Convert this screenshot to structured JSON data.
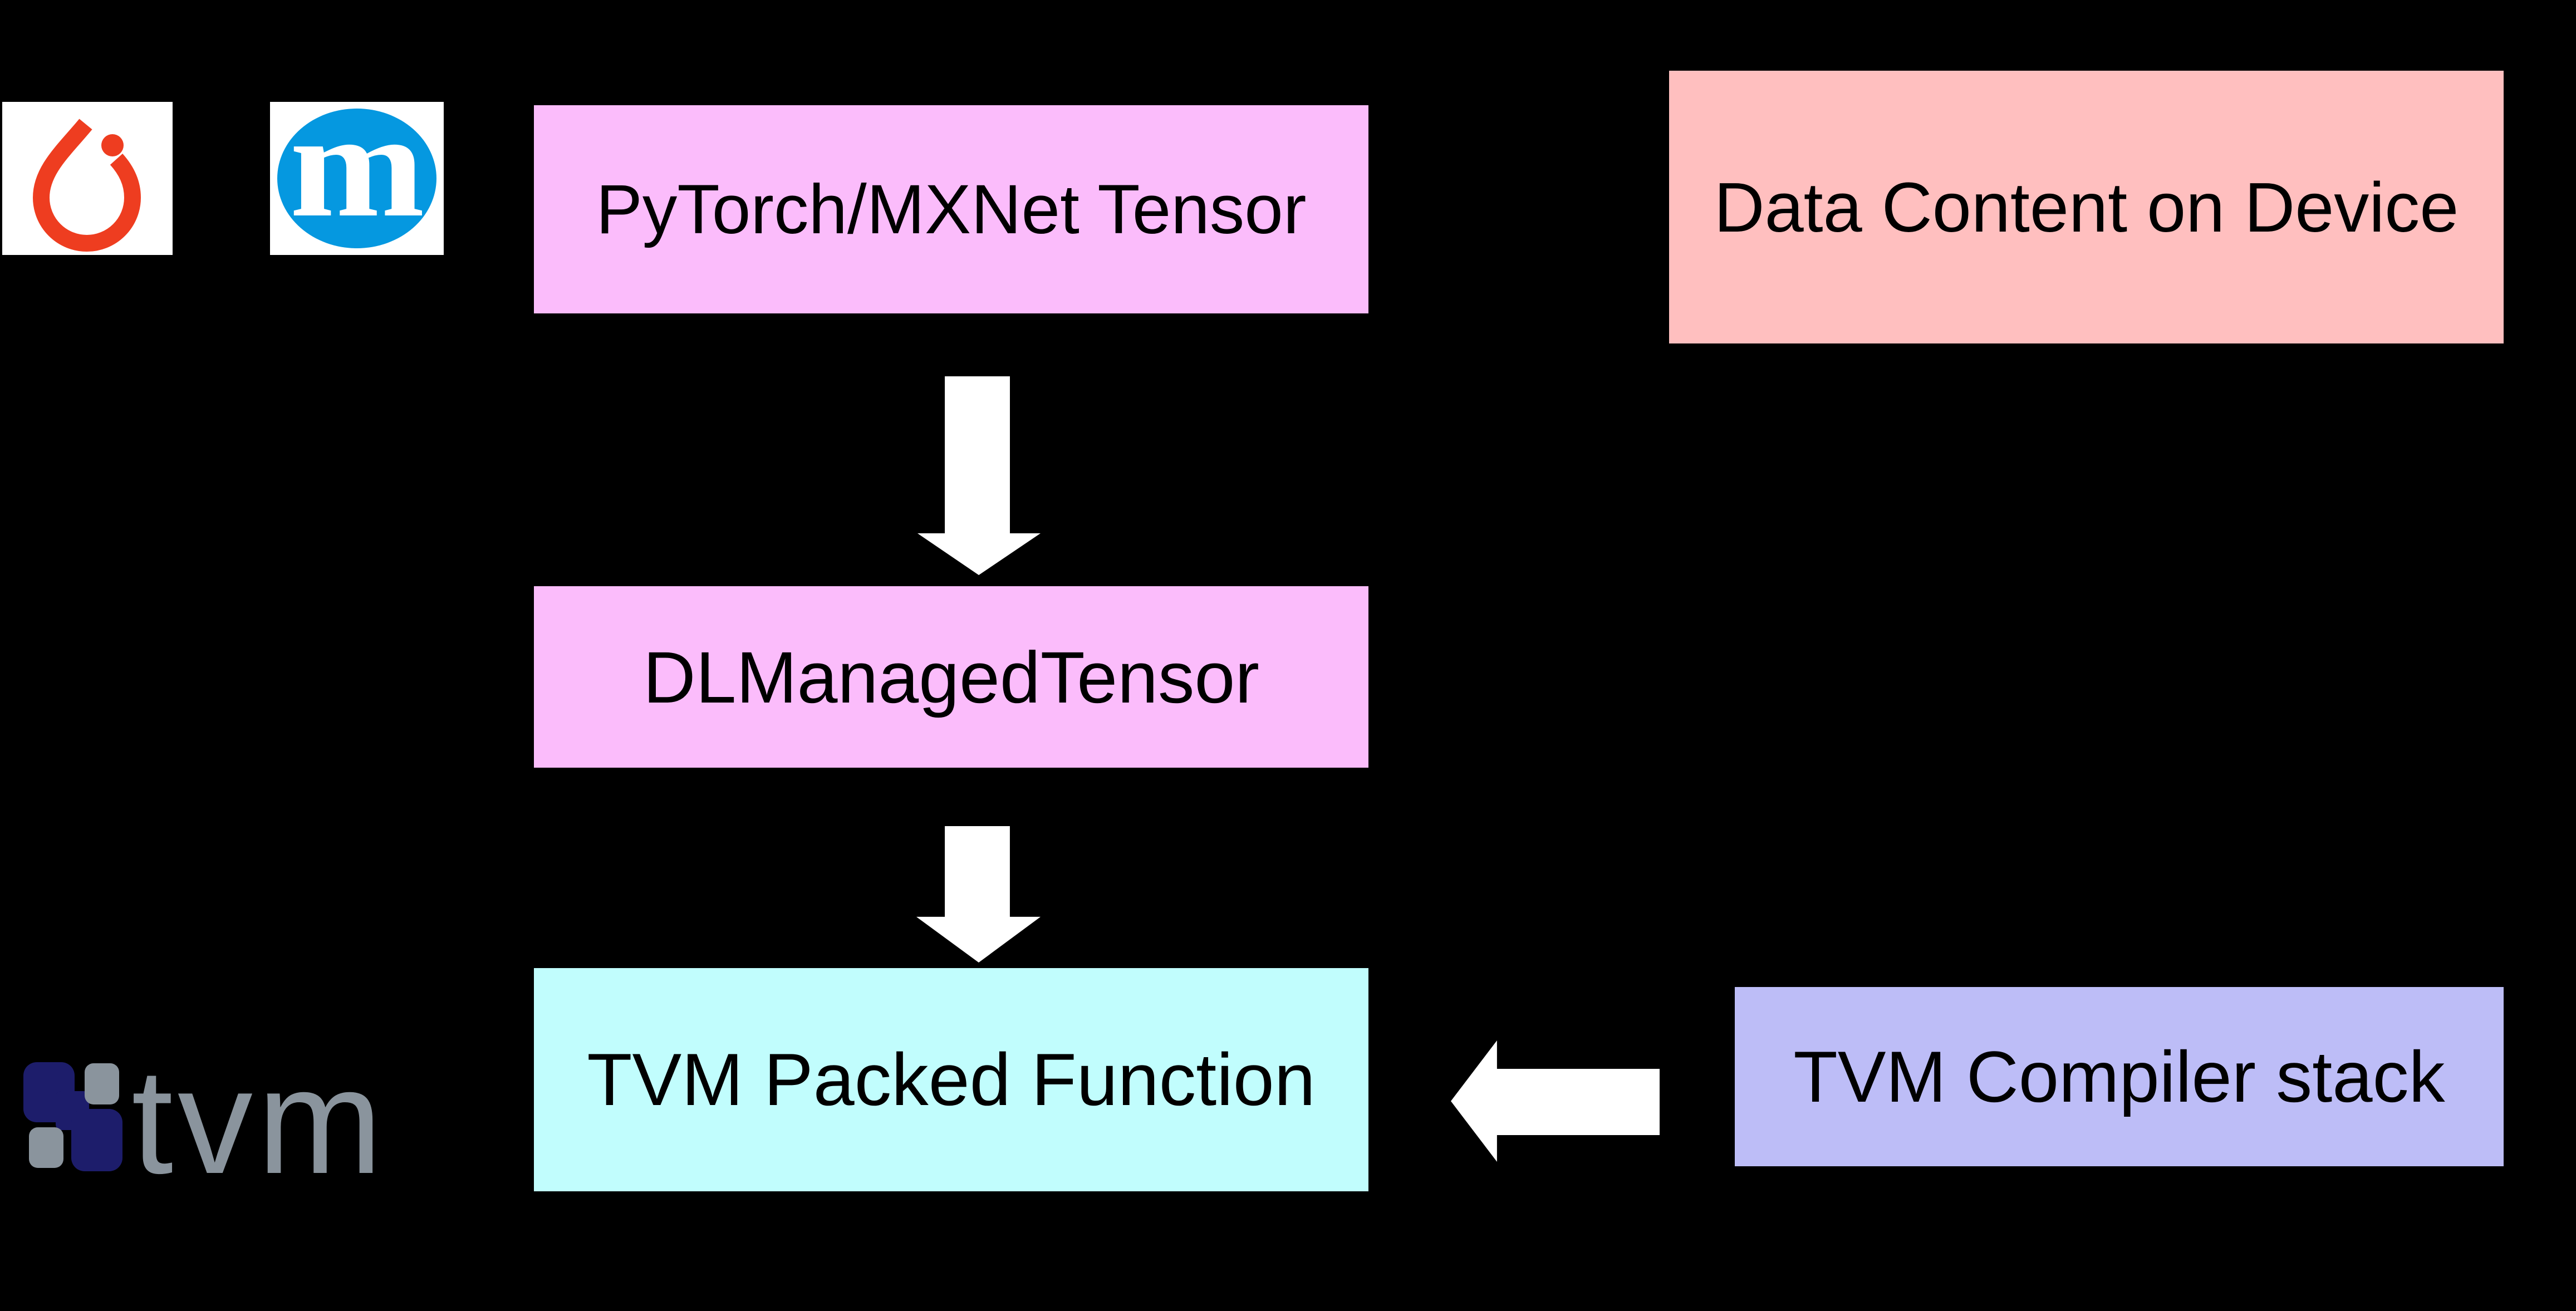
{
  "diagram": {
    "background": "#000000",
    "arrow_color": "#FFFFFF",
    "boxes": {
      "tensor": {
        "label": "PyTorch/MXNet Tensor",
        "bg": "#FBBCFB"
      },
      "data_content": {
        "label": "Data Content on Device",
        "bg": "#FFBFBF"
      },
      "dlmanaged": {
        "label": "DLManagedTensor",
        "bg": "#FBBCFB"
      },
      "packed_fn": {
        "label": "TVM Packed Function",
        "bg": "#C1FDFD"
      },
      "compiler": {
        "label": "TVM Compiler stack",
        "bg": "#BDBDF7"
      }
    },
    "logos": {
      "pytorch": {
        "bg": "#FFFFFF",
        "flame_color": "#EE3D20"
      },
      "mxnet": {
        "bg": "#FFFFFF",
        "circle_color": "#0598E0",
        "letter": "m",
        "letter_color": "#FFFFFF"
      },
      "tvm": {
        "wordmark": "tvm",
        "navy": "#1D1D6B",
        "gray": "#8A949D"
      }
    }
  }
}
